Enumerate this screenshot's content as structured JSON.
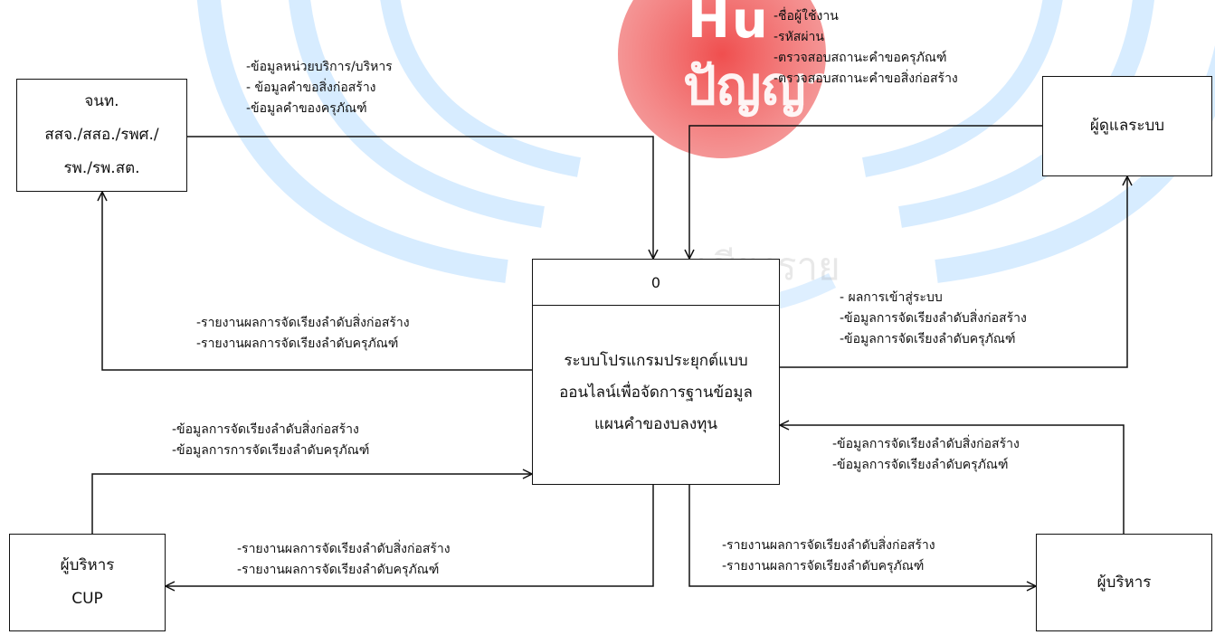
{
  "watermark": {
    "line1": "Hu",
    "line2": "ปัญญา",
    "line3": "เชียงราย"
  },
  "entities": {
    "staff": {
      "lines": [
        "จนท.",
        "สสจ./สสอ./รพศ./",
        "รพ./รพ.สต."
      ]
    },
    "admin": {
      "lines": [
        "ผู้ดูแลระบบ"
      ]
    },
    "executive_cup": {
      "lines": [
        "ผู้บริหาร",
        "CUP"
      ]
    },
    "executive": {
      "lines": [
        "ผู้บริหาร"
      ]
    }
  },
  "process": {
    "id": "0",
    "name_lines": [
      "ระบบโปรแกรมประยุกต์แบบ",
      "ออนไลน์เพื่อจัดการฐานข้อมูล",
      "แผนคำของบลงทุน"
    ]
  },
  "flows": {
    "staff_to_system": [
      "-ข้อมูลหน่วยบริการ/บริหาร",
      "- ข้อมูลคำขอสิ่งก่อสร้าง",
      "-ข้อมูลคำของครุภัณฑ์"
    ],
    "admin_to_system": [
      "-ชื่อผู้ใช้งาน",
      "-รหัสผ่าน",
      "-ตรวจสอบสถานะคำขอครุภัณฑ์",
      "-ตรวจสอบสถานะคำขอสิ่งก่อสร้าง"
    ],
    "system_to_staff": [
      "-รายงานผลการจัดเรียงลำดับสิ่งก่อสร้าง",
      "-รายงานผลการจัดเรียงลำดับครุภัณฑ์"
    ],
    "system_to_admin": [
      "- ผลการเข้าสู่ระบบ",
      "-ข้อมูลการจัดเรียงลำดับสิ่งก่อสร้าง",
      "-ข้อมูลการจัดเรียงลำดับครุภัณฑ์"
    ],
    "cup_to_system": [
      "-ข้อมูลการจัดเรียงลำดับสิ่งก่อสร้าง",
      "-ข้อมูลการการจัดเรียงลำดับครุภัณฑ์"
    ],
    "executive_to_system": [
      "-ข้อมูลการจัดเรียงลำดับสิ่งก่อสร้าง",
      "-ข้อมูลการจัดเรียงลำดับครุภัณฑ์"
    ],
    "system_to_cup": [
      "-รายงานผลการจัดเรียงลำดับสิ่งก่อสร้าง",
      "-รายงานผลการจัดเรียงลำดับครุภัณฑ์"
    ],
    "system_to_executive": [
      "-รายงานผลการจัดเรียงลำดับสิ่งก่อสร้าง",
      "-รายงานผลการจัดเรียงลำดับครุภัณฑ์"
    ]
  }
}
